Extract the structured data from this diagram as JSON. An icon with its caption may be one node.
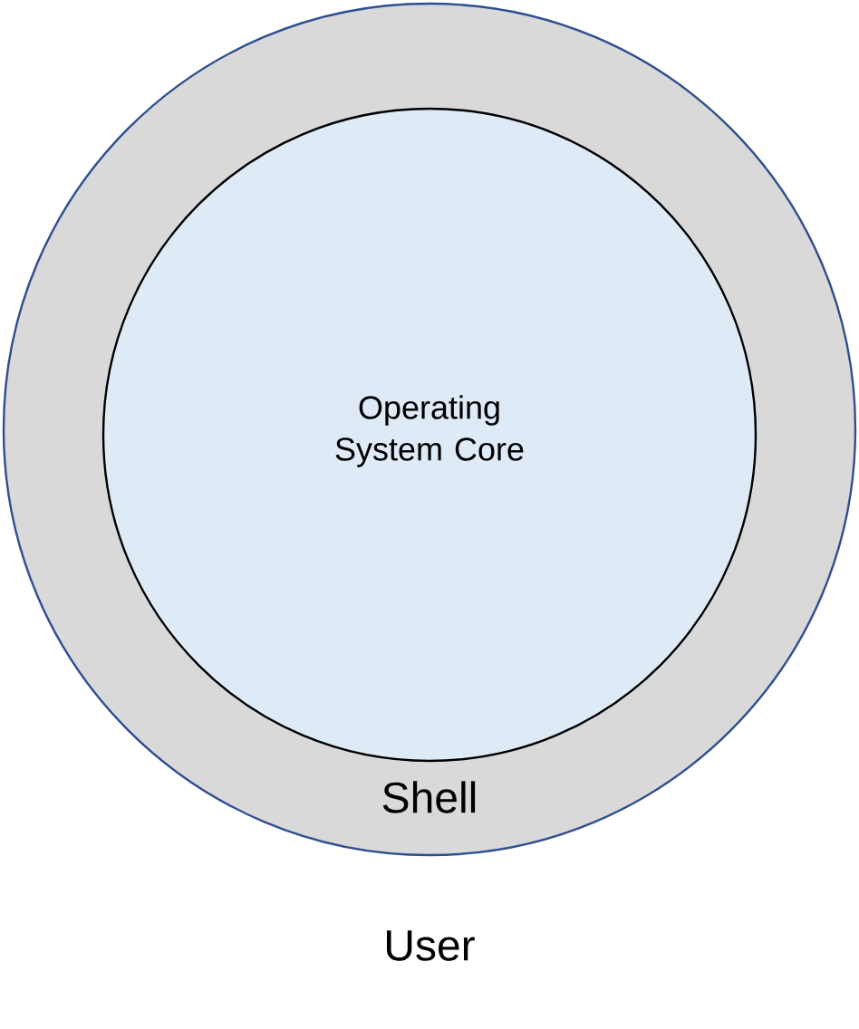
{
  "diagram": {
    "nodes": [
      {
        "text": [
          "Shell"
        ]
      },
      {
        "text": [
          "Operating System Core"
        ],
        "in": 0
      }
    ],
    "labels": [
      "User"
    ]
  }
}
